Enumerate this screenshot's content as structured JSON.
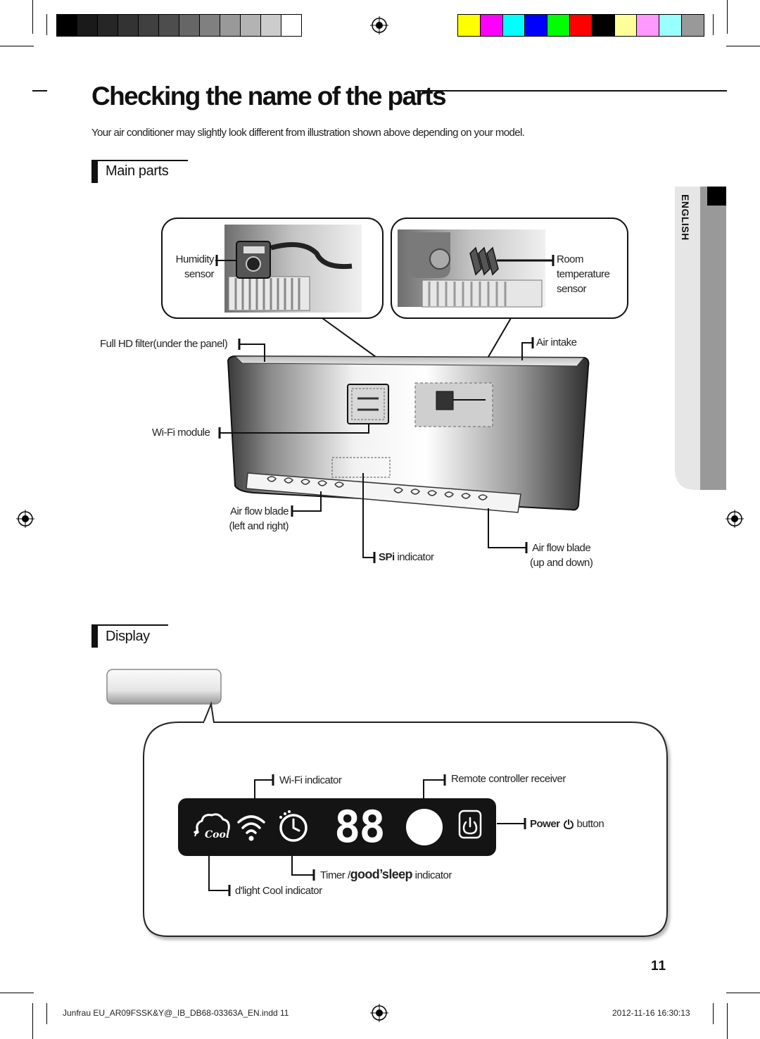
{
  "page": {
    "title": "Checking the name of the parts",
    "subtitle": "Your air conditioner may slightly look different from illustration shown above depending on your model.",
    "page_number": "11",
    "language_tab": "ENGLISH"
  },
  "main_parts": {
    "heading": "Main parts",
    "labels": {
      "humidity_sensor_1": "Humidity",
      "humidity_sensor_2": "sensor",
      "room_temp_1": "Room",
      "room_temp_2": "temperature",
      "room_temp_3": "sensor",
      "full_hd_filter": "Full HD filter(under the panel)",
      "air_intake": "Air intake",
      "wifi_module": "Wi-Fi module",
      "air_flow_lr_1": "Air flow blade",
      "air_flow_lr_2": "(left and right)",
      "spi_prefix": "SPi",
      "spi_suffix": "indicator",
      "air_flow_ud_1": "Air flow blade",
      "air_flow_ud_2": "(up and down)"
    }
  },
  "display": {
    "heading": "Display",
    "labels": {
      "wifi_indicator": "Wi-Fi indicator",
      "remote_receiver": "Remote controller receiver",
      "power_bold": "Power",
      "power_suffix": "button",
      "timer_prefix": "Timer /",
      "timer_brand": "good’sleep",
      "timer_suffix": "indicator",
      "dlight": "d'light Cool indicator"
    },
    "panel": {
      "cool_text": "Cool",
      "digits": "88"
    }
  },
  "footer": {
    "file": "Junfrau EU_AR09FSSK&Y@_IB_DB68-03363A_EN.indd   11",
    "timestamp": "2012-11-16   16:30:13"
  },
  "colors": {
    "gray_ramp": [
      "#000000",
      "#1a1a1a",
      "#262626",
      "#333333",
      "#404040",
      "#4d4d4d",
      "#666666",
      "#808080",
      "#999999",
      "#b3b3b3",
      "#cccccc",
      "#ffffff"
    ],
    "color_bar": [
      "#ffff00",
      "#ff00ff",
      "#00ffff",
      "#0000ff",
      "#00ff00",
      "#ff0000",
      "#000000",
      "#ffff99",
      "#ff99ff",
      "#99ffff",
      "#999999"
    ],
    "display_panel": "#141414"
  }
}
